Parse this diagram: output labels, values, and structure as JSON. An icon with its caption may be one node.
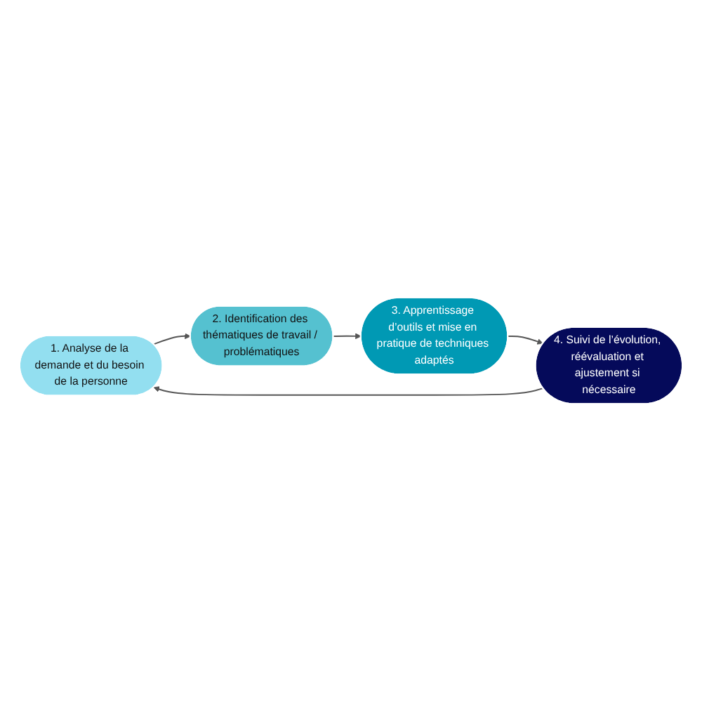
{
  "diagram": {
    "nodes": [
      {
        "text": [
          "1. Analyse de la demande et du besoin de la personne"
        ]
      },
      {
        "text": [
          "2. Identification des thématiques de travail / problématiques"
        ]
      },
      {
        "text": [
          "3. Apprentissage d’outils et mise en pratique de techniques adaptés"
        ]
      },
      {
        "text": [
          "4. Suivi de l’évolution, réévaluation et ajustement si nécessaire"
        ]
      }
    ],
    "edges": [
      {
        "from": 0,
        "to": 1,
        "arrow": "to"
      },
      {
        "from": 1,
        "to": 2,
        "arrow": "to"
      },
      {
        "from": 2,
        "to": 3,
        "arrow": "to"
      },
      {
        "from": 3,
        "to": 0,
        "arrow": "to"
      }
    ]
  }
}
